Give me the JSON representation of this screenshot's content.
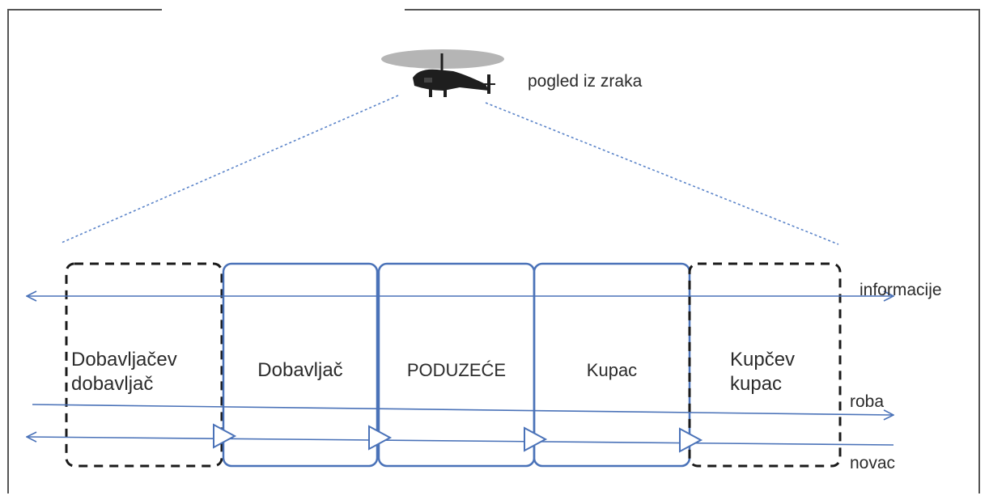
{
  "diagram": {
    "aerial_caption": "pogled iz zraka",
    "entities": [
      {
        "label": "Dobavljačev\ndobavljač",
        "style": "dashed",
        "color": "#1a1a1a"
      },
      {
        "label": "Dobavljač",
        "style": "solid",
        "color": "#4a72b8"
      },
      {
        "label": "PODUZEĆE",
        "style": "solid",
        "color": "#4a72b8"
      },
      {
        "label": "Kupac",
        "style": "solid",
        "color": "#4a72b8"
      },
      {
        "label": "Kupčev\nkupac",
        "style": "dashed",
        "color": "#1a1a1a"
      }
    ],
    "flows": {
      "information": "informacije",
      "goods": "roba",
      "money": "novac"
    },
    "icon": "helicopter-icon",
    "colors": {
      "flow_line": "#4a72b8",
      "view_line": "#5b84c9",
      "frame": "#555555",
      "rotor": "#b5b5b5",
      "helicopter_body": "#1e1e1e"
    }
  }
}
